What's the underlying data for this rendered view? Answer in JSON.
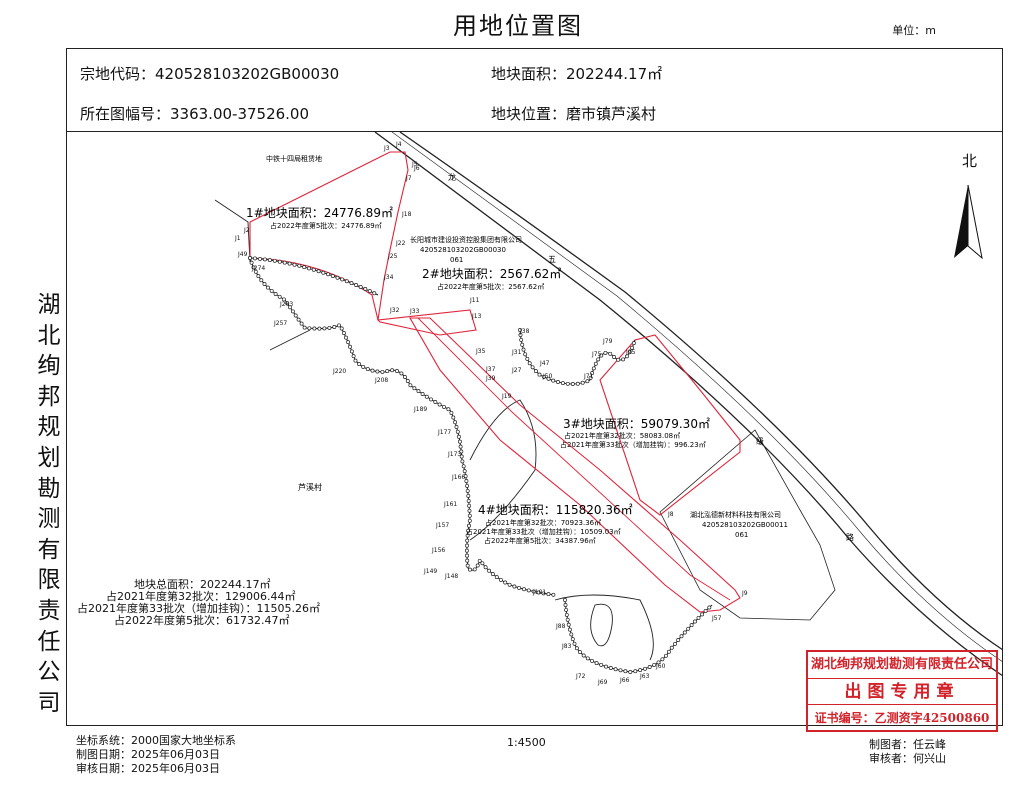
{
  "title": "用地位置图",
  "unit": "单位：m",
  "info": {
    "code": "宗地代码：420528103202GB00030",
    "area": "地块面积：202244.17㎡",
    "sheet": "所在图幅号：3363.00-37526.00",
    "location": "地块位置：磨市镇芦溪村"
  },
  "side_text": [
    "湖",
    "北",
    "绚",
    "邦",
    "规",
    "划",
    "勘",
    "测",
    "有",
    "限",
    "责",
    "任",
    "公",
    "司"
  ],
  "north": "北",
  "map": {
    "parcels": [
      {
        "title": "1#地块面积：24776.89㎡",
        "sub": [
          "占2022年度第5批次：24776.89㎡"
        ]
      },
      {
        "title": "2#地块面积：2567.62㎡",
        "sub": [
          "占2022年度第5批次：2567.62㎡"
        ]
      },
      {
        "title": "3#地块面积：59079.30㎡",
        "sub": [
          "占2021年度第32批次：58083.08㎡",
          "占2021年度第33批次（增加挂钩）：996.23㎡"
        ]
      },
      {
        "title": "4#地块面积：115820.36㎡",
        "sub": [
          "占2021年度第32批次：70923.36㎡",
          "占2021年度第33批次（增加挂钩）：10509.03㎡",
          "占2022年度第5批次：34387.96㎡"
        ]
      }
    ],
    "places": {
      "zhongtie": "中铁十四局租赁地",
      "changyang": "长阳城市建设投资控股集团有限公司",
      "changyang_code": "420528103202GB00030",
      "changyang_num": "061",
      "hongde": "湖北泓德新材料科技有限公司",
      "hongde_code": "420528103202GB00011",
      "hongde_num": "061",
      "luxi": "芦溪村",
      "road1": "龙",
      "road2": "五",
      "road3": "级",
      "road4": "路"
    },
    "points": [
      "J1",
      "J2",
      "J3",
      "J4",
      "J5",
      "J6",
      "J7",
      "J18",
      "J22",
      "J25",
      "J34",
      "J49",
      "J274",
      "J263",
      "J257",
      "J220",
      "J208",
      "J189",
      "J177",
      "J173",
      "J166",
      "J161",
      "J157",
      "J156",
      "J149",
      "J148",
      "J101",
      "J88",
      "J83",
      "J72",
      "J69",
      "J66",
      "J63",
      "J60",
      "J57",
      "J9",
      "J8",
      "J32",
      "J33",
      "J11",
      "J13",
      "J35",
      "J37",
      "J39",
      "J19",
      "J38",
      "J31",
      "J27",
      "J47",
      "J50",
      "J71",
      "J75",
      "J79",
      "J95"
    ]
  },
  "summary": {
    "total": "地块总面积：202244.17㎡",
    "l1": "占2021年度第32批次：129006.44㎡",
    "l2": "占2021年度第33批次（增加挂钩）：11505.26㎡",
    "l3": "占2022年度第5批次：61732.47㎡"
  },
  "footer": {
    "coord": "坐标系统：2000国家大地坐标系",
    "made_date": "制图日期：2025年06月03日",
    "check_date": "审核日期：2025年06月03日",
    "scale": "1:4500",
    "maker": "制图者：任云峰",
    "checker": "审核者：何兴山"
  },
  "stamp": {
    "company": "湖北绚邦规划勘测有限责任公司",
    "label": "出图专用章",
    "cert": "证书编号：乙测资字42500860"
  },
  "colors": {
    "parcel_line": "#e0243a",
    "outline": "#222222",
    "stamp": "#d2232a"
  }
}
